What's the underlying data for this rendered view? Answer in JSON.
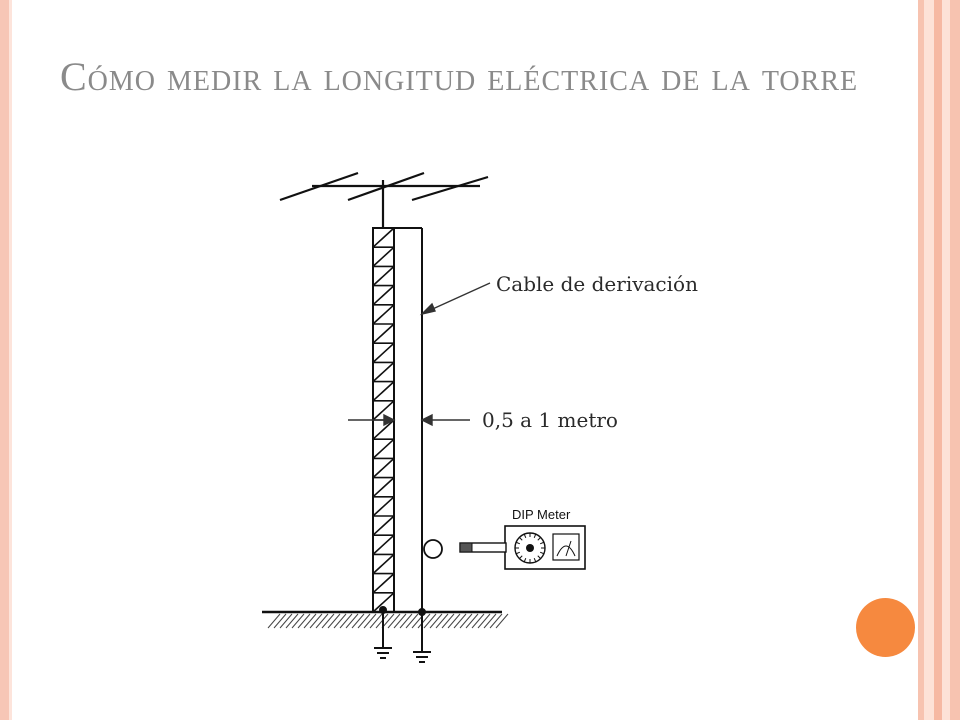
{
  "slide": {
    "title": "Cómo medir la longitud eléctrica de la torre",
    "accent_color": "#f6893f",
    "border_color": "#f7c6b6"
  },
  "diagram": {
    "label_cable": "Cable de derivación",
    "label_distance": "0,5 a 1 metro",
    "label_meter": "DIP Meter",
    "icons": [
      "antenna-icon",
      "tower-lattice",
      "ground-symbol",
      "dip-meter-icon",
      "coupling-coil-icon"
    ]
  }
}
